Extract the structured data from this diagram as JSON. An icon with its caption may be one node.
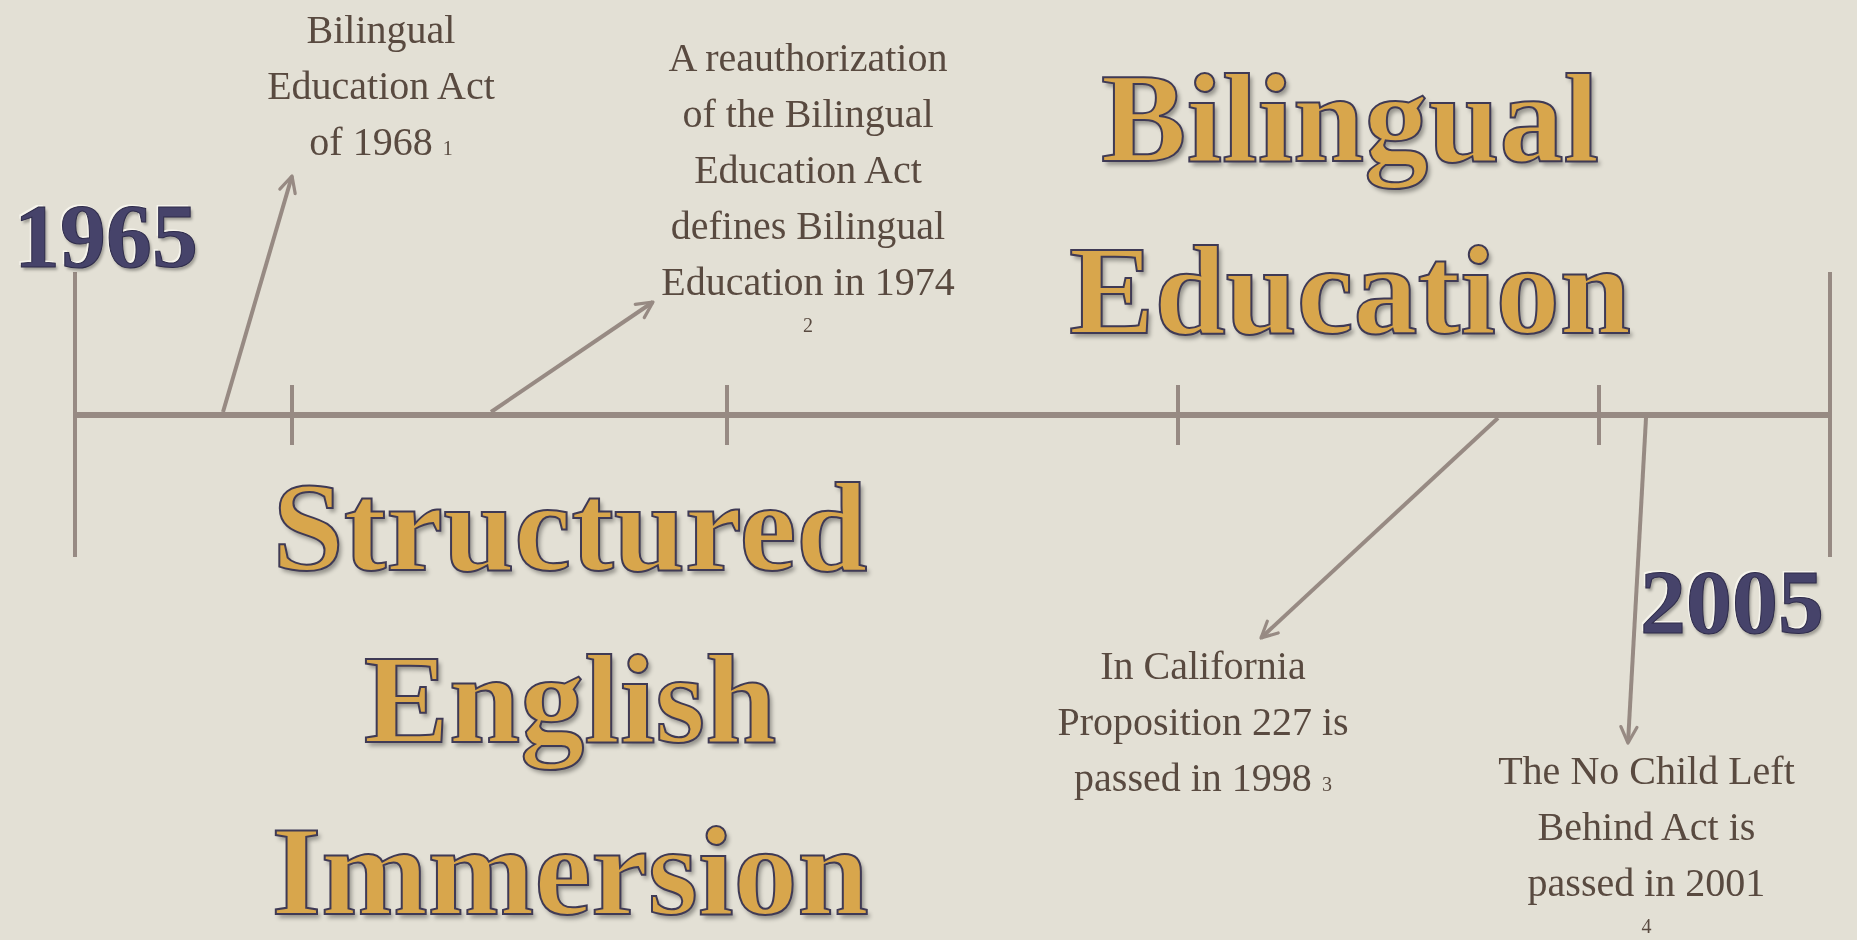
{
  "diagram": {
    "nodes": [
      {
        "text": [],
        "shape": "bar"
      },
      {
        "text": [
          "Bilingual Education Act of 1968 $_{1}$"
        ]
      },
      {
        "text": [
          "A reauthorization of the Bilingual Education Act defines Bilingual Education in 1974",
          "2"
        ]
      },
      {
        "text": [
          "In California Proposition 227 is passed in 1998 $_{3}$"
        ]
      },
      {
        "text": [
          "The No Child Left Behind Act is passed in 2001",
          "4"
        ]
      }
    ],
    "edges": [
      {
        "from": 0,
        "to": 1,
        "arrow": "to"
      },
      {
        "from": 0,
        "to": 2,
        "arrow": "to"
      },
      {
        "from": 0,
        "to": 3,
        "arrow": "to"
      },
      {
        "from": 0,
        "to": 4,
        "arrow": "to"
      }
    ],
    "labels": [
      "1965",
      "Bilingual Education",
      "Structured English Immersion",
      "2005"
    ]
  }
}
